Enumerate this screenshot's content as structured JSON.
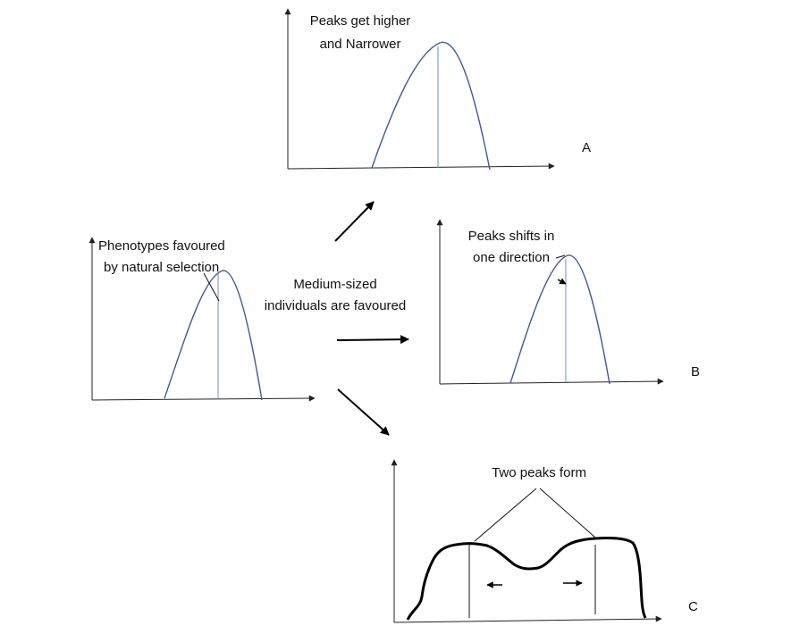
{
  "labels": {
    "start_line1": "Phenotypes favoured",
    "start_line2": "by natural selection",
    "middle_line1": "Medium-sized",
    "middle_line2": "individuals are favoured",
    "a_line1": "Peaks get higher",
    "a_line2": "and Narrower",
    "a_letter": "A",
    "b_line1": "Peaks shifts in",
    "b_line2": "one direction",
    "b_letter": "B",
    "c_title": "Two peaks form",
    "c_letter": "C"
  },
  "colors": {
    "curve": "#3d5a96",
    "midline": "#6f8fc9",
    "axis": "#222222",
    "ink": "#000000"
  }
}
